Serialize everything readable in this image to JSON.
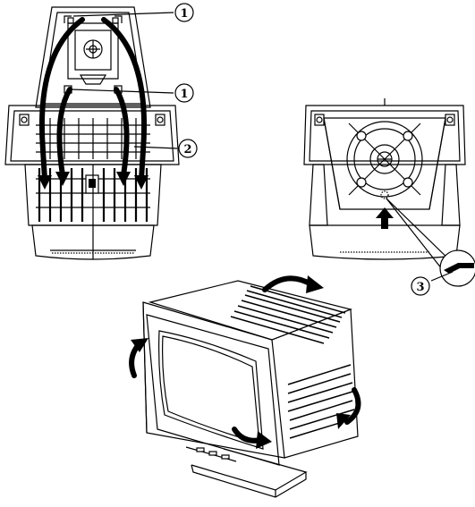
{
  "callouts": [
    {
      "id": "1",
      "label": "1"
    },
    {
      "id": "1b",
      "label": "1"
    },
    {
      "id": "2",
      "label": "2"
    },
    {
      "id": "3",
      "label": "3"
    }
  ],
  "colors": {
    "ink": "#000000",
    "paper": "#ffffff"
  }
}
